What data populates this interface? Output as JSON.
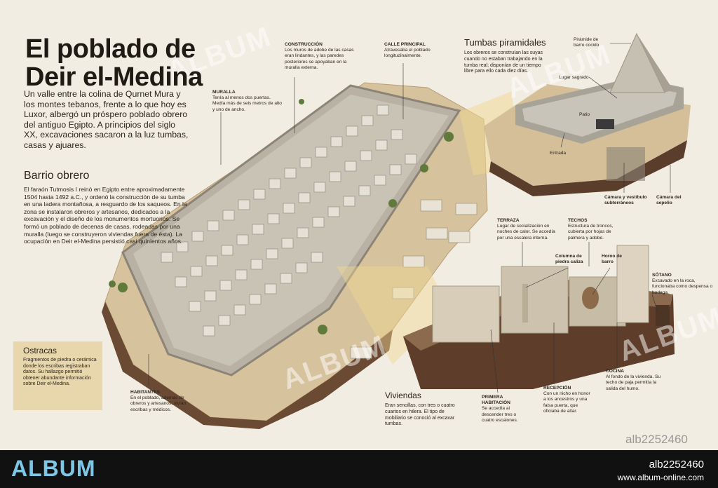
{
  "title_line1": "El poblado de",
  "title_line2": "Deir el-Medina",
  "intro": "Un valle entre la colina de Qurnet Mura y los montes tebanos, frente a lo que hoy es Luxor, albergó un próspero poblado obrero del antiguo Egipto. A principios del siglo XX, excavaciones sacaron a la luz tumbas, casas y ajuares.",
  "barrio": {
    "heading": "Barrio obrero",
    "text": "El faraón Tutmosis I reinó en Egipto entre aproximadamente 1504 hasta 1492 a.C., y ordenó la construcción de su tumba en una ladera montañosa, a resguardo de los saqueos. En la zona se instalaron obreros y artesanos, dedicados a la excavación y el diseño de los monumentos mortuorios. Se formó un poblado de decenas de casas, rodeadas por una muralla (luego se construyeron viviendas fuera de ésta). La ocupación en Deir el-Medina persistió casi quinientos años."
  },
  "ostracas": {
    "heading": "Ostracas",
    "text": "Fragmentos de piedra o cerámica donde los escribas registraban datos. Su hallazgo permitió obtener abundante información sobre Deir el-Medina."
  },
  "labels": {
    "construccion": {
      "title": "CONSTRUCCIÓN",
      "text": "Los muros de adobe de las casas eran lindantes, y las paredes posteriores se apoyaban en la muralla externa."
    },
    "calle": {
      "title": "CALLE PRINCIPAL",
      "text": "Atravesaba el poblado longitudinalmente."
    },
    "muralla": {
      "title": "MURALLA",
      "text": "Tenía al menos dos puertas. Medía más de seis metros de alto y uno de ancho."
    },
    "habitantes": {
      "title": "HABITANTES",
      "text": "En el poblado, además de obreros y artesanos, vivían escribas y médicos."
    },
    "terraza": {
      "title": "TERRAZA",
      "text": "Lugar de socialización en noches de calor. Se accedía por una escalera interna."
    },
    "techos": {
      "title": "TECHOS",
      "text": "Estructura de troncos, cubierta por hojas de palmera y adobe."
    },
    "columna": {
      "title": "Columna de piedra caliza",
      "text": ""
    },
    "horno": {
      "title": "Horno de barro",
      "text": ""
    },
    "sotano": {
      "title": "SÓTANO",
      "text": "Excavado en la roca, funcionaba como despensa o bodega."
    },
    "cocina": {
      "title": "COCINA",
      "text": "Al fondo de la vivienda. Su techo de paja permitía la salida del humo."
    },
    "recepcion": {
      "title": "RECEPCIÓN",
      "text": "Con un nicho en honor a los ancestros y una falsa puerta, que oficiaba de altar."
    },
    "primera": {
      "title": "PRIMERA HABITACIÓN",
      "text": "Se accedía al descender tres o cuatro escalones."
    },
    "piramide": "Pirámide de barro cocido",
    "lugar": "Lugar sagrado",
    "patio": "Patio",
    "entrada": "Entrada",
    "camara_vest": "Cámara y vestíbulo subterráneos",
    "camara_sep": "Cámara del sepelio"
  },
  "tumbas": {
    "heading": "Tumbas piramidales",
    "text": "Los obreros se construían las suyas cuando no estaban trabajando en la tumba real; disponían de un tiempo libre para ello cada diez días."
  },
  "viviendas": {
    "heading": "Viviendas",
    "text": "Eran sencillas, con tres o cuatro cuartos en hilera. El tipo de mobiliario se conoció al excavar tumbas."
  },
  "watermark": "ALBUM",
  "footer": {
    "logo": "ALBUM",
    "id": "alb2252460",
    "url": "www.album-online.com",
    "wm_id": "alb2252460"
  },
  "colors": {
    "ostracas_bg": "#e8d7ad",
    "footer_bg": "#111111",
    "logo": "#7ec6e5"
  }
}
